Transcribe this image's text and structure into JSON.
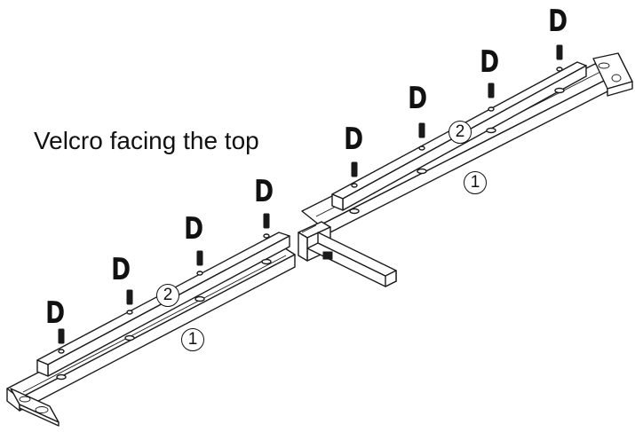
{
  "caption": "Velcro facing the top",
  "screw_label": "D",
  "part_labels": {
    "rail": "1",
    "cleat": "2"
  }
}
